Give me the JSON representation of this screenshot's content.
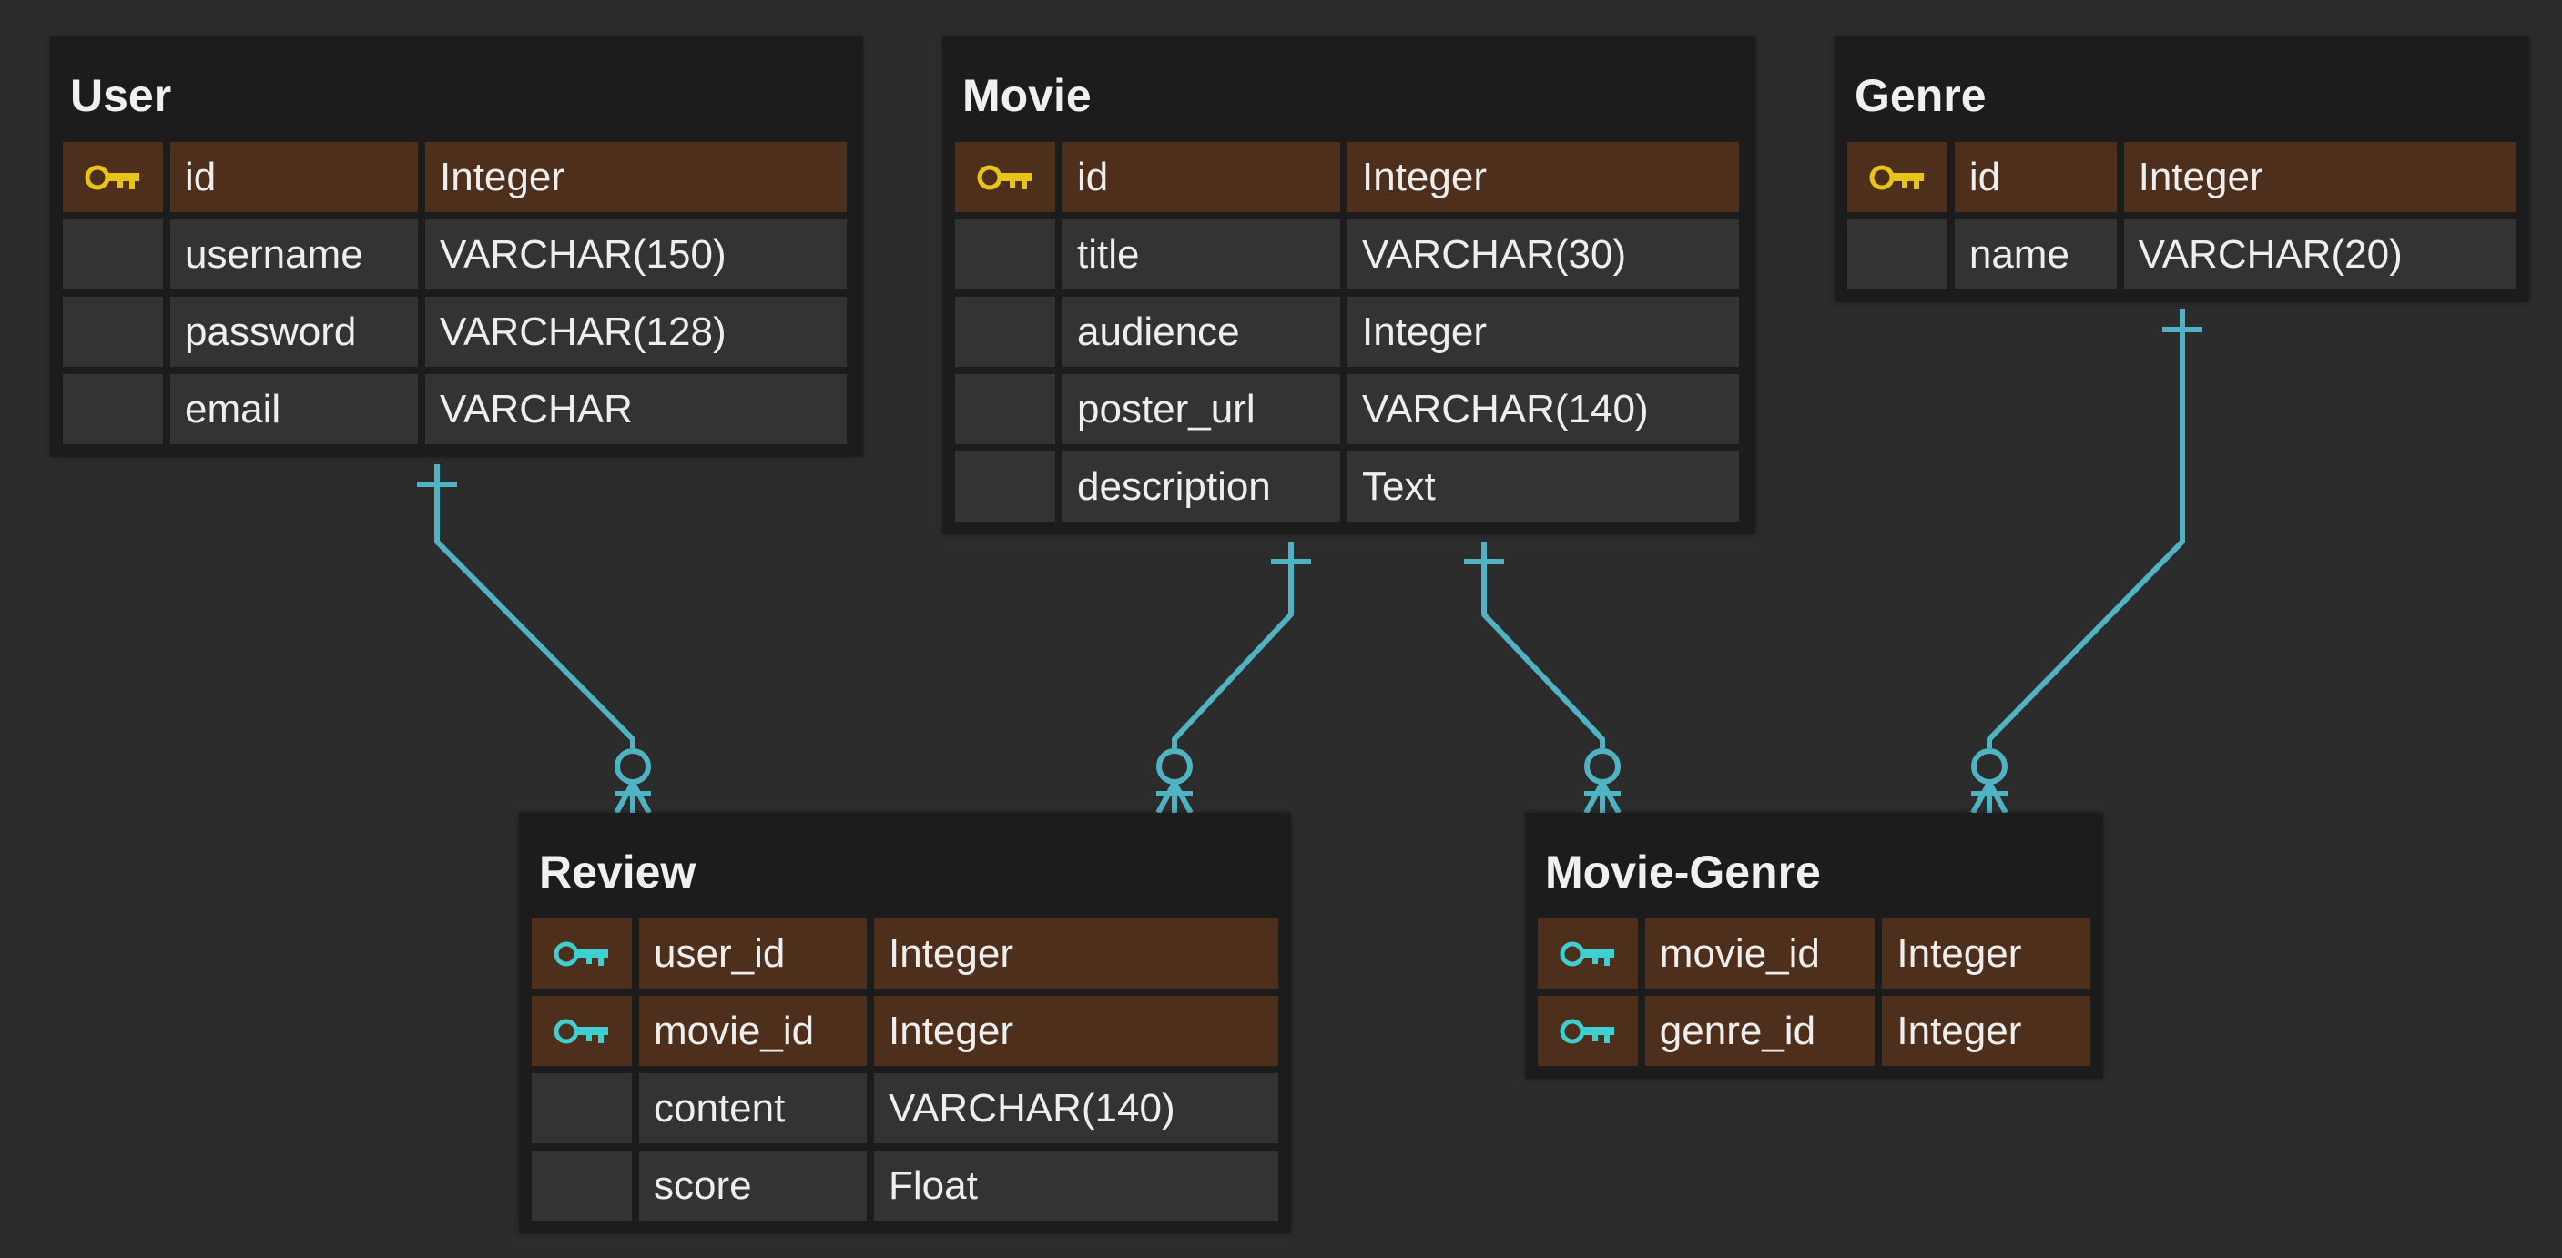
{
  "colors": {
    "background": "#2c2c2c",
    "table_body": "#1c1c1c",
    "row_key": "#4d2f1c",
    "row_plain": "#333333",
    "connector": "#4fb3c3",
    "primary_key_icon": "#e8c417",
    "foreign_key_icon": "#3fcfd0"
  },
  "tables": {
    "user": {
      "title": "User",
      "rows": [
        {
          "key": "primary-key-icon",
          "name": "id",
          "type": "Integer"
        },
        {
          "key": "",
          "name": "username",
          "type": "VARCHAR(150)"
        },
        {
          "key": "",
          "name": "password",
          "type": "VARCHAR(128)"
        },
        {
          "key": "",
          "name": "email",
          "type": "VARCHAR"
        }
      ]
    },
    "movie": {
      "title": "Movie",
      "rows": [
        {
          "key": "primary-key-icon",
          "name": "id",
          "type": "Integer"
        },
        {
          "key": "",
          "name": "title",
          "type": "VARCHAR(30)"
        },
        {
          "key": "",
          "name": "audience",
          "type": "Integer"
        },
        {
          "key": "",
          "name": "poster_url",
          "type": "VARCHAR(140)"
        },
        {
          "key": "",
          "name": "description",
          "type": "Text"
        }
      ]
    },
    "genre": {
      "title": "Genre",
      "rows": [
        {
          "key": "primary-key-icon",
          "name": "id",
          "type": "Integer"
        },
        {
          "key": "",
          "name": "name",
          "type": "VARCHAR(20)"
        }
      ]
    },
    "review": {
      "title": "Review",
      "rows": [
        {
          "key": "foreign-key-icon",
          "name": "user_id",
          "type": "Integer"
        },
        {
          "key": "foreign-key-icon",
          "name": "movie_id",
          "type": "Integer"
        },
        {
          "key": "",
          "name": "content",
          "type": "VARCHAR(140)"
        },
        {
          "key": "",
          "name": "score",
          "type": "Float"
        }
      ]
    },
    "movie_genre": {
      "title": "Movie-Genre",
      "rows": [
        {
          "key": "foreign-key-icon",
          "name": "movie_id",
          "type": "Integer"
        },
        {
          "key": "foreign-key-icon",
          "name": "genre_id",
          "type": "Integer"
        }
      ]
    }
  },
  "relationships": [
    {
      "from": "User",
      "to": "Review",
      "cardinality": "one-to-zero-or-many"
    },
    {
      "from": "Movie",
      "to": "Review",
      "cardinality": "one-to-zero-or-many"
    },
    {
      "from": "Movie",
      "to": "Movie-Genre",
      "cardinality": "one-to-zero-or-many"
    },
    {
      "from": "Genre",
      "to": "Movie-Genre",
      "cardinality": "one-to-zero-or-many"
    }
  ]
}
